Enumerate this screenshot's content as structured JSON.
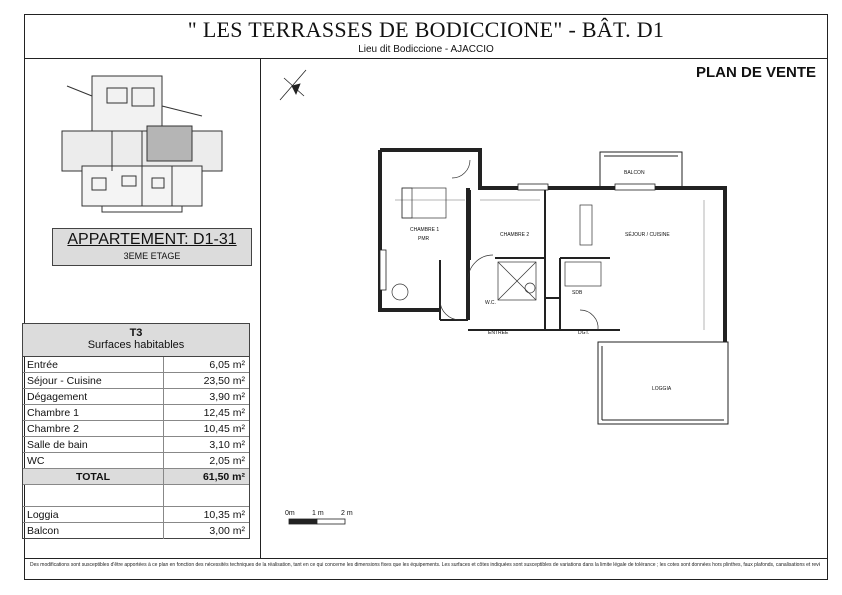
{
  "header": {
    "title": "\" LES TERRASSES DE BODICCIONE\"  -  BÂT.  D1",
    "subtitle": "Lieu dit Bodiccione - AJACCIO"
  },
  "plan_label": "PLAN DE VENTE",
  "apartment": {
    "title": "APPARTEMENT: D1-31",
    "floor": "3EME ETAGE"
  },
  "surfaces": {
    "type": "T3",
    "subtitle": "Surfaces habitables",
    "rows": [
      {
        "label": "Entrée",
        "value": "6,05 m²"
      },
      {
        "label": "Séjour - Cuisine",
        "value": "23,50 m²"
      },
      {
        "label": "Dégagement",
        "value": "3,90 m²"
      },
      {
        "label": "Chambre 1",
        "value": "12,45 m²"
      },
      {
        "label": "Chambre 2",
        "value": "10,45 m²"
      },
      {
        "label": "Salle de bain",
        "value": "3,10 m²"
      },
      {
        "label": "WC",
        "value": "2,05 m²"
      }
    ],
    "total": {
      "label": "TOTAL",
      "value": "61,50 m²"
    },
    "extras": [
      {
        "label": "Loggia",
        "value": "10,35 m²"
      },
      {
        "label": "Balcon",
        "value": "3,00 m²"
      }
    ]
  },
  "rooms": {
    "balcon": "BALCON",
    "chambre1": "CHAMBRE 1",
    "pmr": "PMR",
    "chambre2": "CHAMBRE 2",
    "sejour": "SÉJOUR / CUISINE",
    "sdb": "SDB",
    "wc": "W.C.",
    "entree": "ENTREE",
    "dgt": "DGT.",
    "loggia": "LOGGIA"
  },
  "scale": {
    "zero": "0m",
    "one": "1 m",
    "two": "2 m"
  },
  "footer": "Des modifications sont susceptibles d'être apportées à ce plan en fonction des nécessités techniques de la réalisation, tant en ce qui concerne les dimensions fixes que les équipements. Les surfaces et côtes indiquées sont susceptibles de variations dans la limite légale de tolérance ; les cotes sont données hors plinthes, faux plafonds, canalisations et revêtements muraux."
}
